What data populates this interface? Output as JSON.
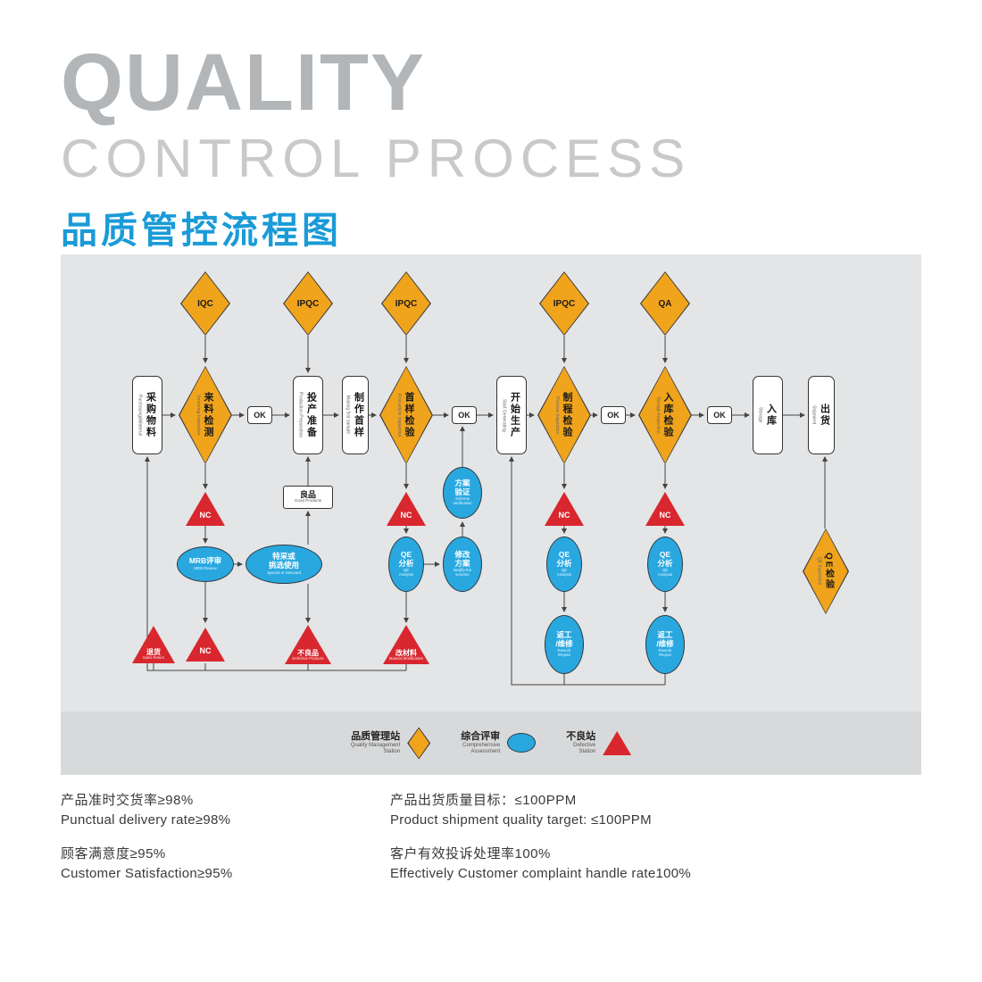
{
  "header": {
    "title_line1": "QUALITY",
    "title_line2": "CONTROL PROCESS",
    "title_cn": "品质管控流程图"
  },
  "nodes": {
    "iqc": {
      "label": "IQC"
    },
    "ipqc": {
      "label": "IPQC"
    },
    "qa": {
      "label": "QA"
    },
    "ok": {
      "label": "OK"
    },
    "nc": {
      "label": "NC"
    },
    "purchasing": {
      "cn": "采购物料",
      "en": "Purchasing&Material"
    },
    "incoming": {
      "cn": "来料检测",
      "en": "Incoming Inspection"
    },
    "prep": {
      "cn": "投产准备",
      "en": "Production Preparation"
    },
    "first_sample": {
      "cn": "制作首样",
      "en": "Making first sample"
    },
    "first_inspection": {
      "cn": "首样检验",
      "en": "First article inspection"
    },
    "start_production": {
      "cn": "开始生产",
      "en": "Start Generating"
    },
    "process_inspection": {
      "cn": "制程检验",
      "en": "Process Inspection"
    },
    "storage_inspection": {
      "cn": "入库检验",
      "en": "Storage Inspection"
    },
    "storage": {
      "cn": "入库",
      "en": "Storage"
    },
    "shipment": {
      "cn": "出货",
      "en": "Shipment"
    },
    "good_products": {
      "cn": "良品",
      "en": "Good Products"
    },
    "mrb": {
      "cn": "MRB评审",
      "en": "MRB Review"
    },
    "special": {
      "cn": "特采或\n挑选使用",
      "en": "Special or Selected"
    },
    "qe_analysis": {
      "cn": "QE\n分析",
      "en": "QE\nAnalysis"
    },
    "modify_scheme": {
      "cn": "修改\n方案",
      "en": "Modify the\nscheme"
    },
    "scheme_verify": {
      "cn": "方案\n验证",
      "en": "Scheme\nVerification"
    },
    "rework": {
      "cn": "返工\n/维修",
      "en": "Rework\n/Repair"
    },
    "sales_return": {
      "cn": "退货",
      "en": "Sales Return"
    },
    "defective_products": {
      "cn": "不良品",
      "en": "Defective Products"
    },
    "material_change": {
      "cn": "改材料",
      "en": "Material Modification"
    },
    "qe_inspection": {
      "cn": "QE检验",
      "en": "QE Inspection"
    }
  },
  "legend": {
    "quality_station": {
      "cn": "品质管理站",
      "en": "Quality Management\nStation"
    },
    "assessment": {
      "cn": "综合评审",
      "en": "Comprehensive\nAssessment"
    },
    "defective_station": {
      "cn": "不良站",
      "en": "Defective\nStation"
    }
  },
  "stats": [
    {
      "cn": "产品准时交货率≥98%",
      "en": "Punctual delivery rate≥98%"
    },
    {
      "cn": "产品出货质量目标：≤100PPM",
      "en": "Product shipment quality target: ≤100PPM"
    },
    {
      "cn": "顾客满意度≥95%",
      "en": "Customer Satisfaction≥95%"
    },
    {
      "cn": "客户有效投诉处理率100%",
      "en": "Effectively Customer complaint handle rate100%"
    }
  ],
  "colors": {
    "accent_blue": "#1a9bd7",
    "diamond_yellow": "#f0a41c",
    "triangle_red": "#d8272e",
    "ellipse_blue": "#29a8e0",
    "panel_gray": "#e4e5e6",
    "legend_gray": "#d8d9da"
  }
}
